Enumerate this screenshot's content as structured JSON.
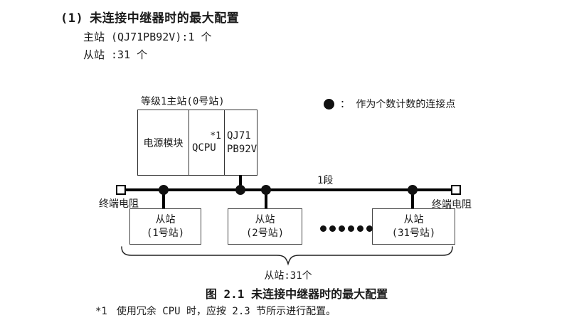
{
  "page": {
    "heading_number": "(1)",
    "heading_title": "未连接中继器时的最大配置",
    "master_line": "主站 (QJ71PB92V):1 个",
    "slave_line": "从站 :31 个"
  },
  "diagram": {
    "master_station_label": "等级1主站(0号站)",
    "master_cells": {
      "power": "电源模块",
      "cpu": "QCPU",
      "cpu_note": "*1",
      "pb_line1": "QJ71",
      "pb_line2": "PB92V"
    },
    "legend": {
      "dot_icon": "filled-circle",
      "text": "：  作为个数计数的连接点"
    },
    "segment_label": "1段",
    "terminator_left_label": "终端电阻",
    "terminator_right_label": "终端电阻",
    "slaves": [
      {
        "line1": "从站",
        "line2": "(1号站)"
      },
      {
        "line1": "从站",
        "line2": "(2号站)"
      },
      {
        "line1": "从站",
        "line2": "(31号站)"
      }
    ],
    "brace_label": "从站:31个"
  },
  "caption": "图 2.1 未连接中继器时的最大配置",
  "footnote": {
    "marker": "*1",
    "text": "使用冗余 CPU 时，应按 2.3 节所示进行配置。"
  },
  "colors": {
    "text": "#1a1a1a",
    "line": "#000000",
    "box_border": "#333333",
    "background": "#ffffff"
  }
}
